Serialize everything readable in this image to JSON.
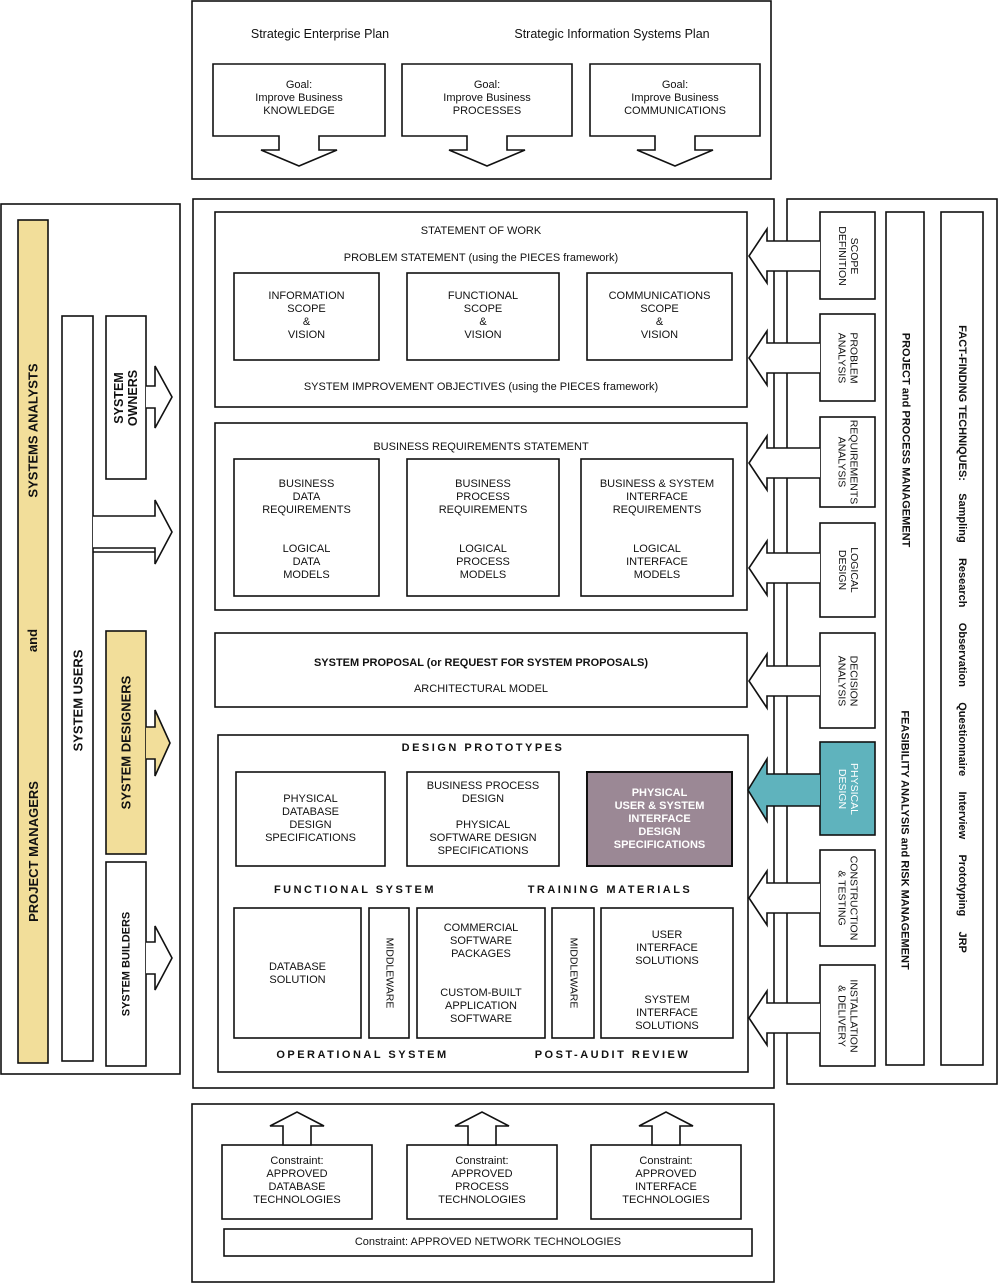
{
  "top": {
    "plan_enterprise": "Strategic Enterprise Plan",
    "plan_is": "Strategic Information Systems Plan",
    "goals": [
      "Goal:\nImprove Business\nKNOWLEDGE",
      "Goal:\nImprove Business\nPROCESSES",
      "Goal:\nImprove Business\nCOMMUNICATIONS"
    ]
  },
  "left": {
    "project_managers": "PROJECT MANAGERS",
    "and": "and",
    "systems_analysts": "SYSTEMS ANALYSTS",
    "system_users": "SYSTEM USERS",
    "system_owners": "SYSTEM\nOWNERS",
    "system_designers": "SYSTEM DESIGNERS",
    "system_builders": "SYSTEM BUILDERS"
  },
  "scope": {
    "statement_of_work": "STATEMENT OF WORK",
    "problem_statement": "PROBLEM STATEMENT (using the PIECES framework)",
    "boxes": [
      "INFORMATION\nSCOPE\n&\nVISION",
      "FUNCTIONAL\nSCOPE\n&\nVISION",
      "COMMUNICATIONS\nSCOPE\n&\nVISION"
    ],
    "objectives": "SYSTEM IMPROVEMENT OBJECTIVES (using the PIECES framework)"
  },
  "requirements": {
    "title": "BUSINESS REQUIREMENTS STATEMENT",
    "boxes": [
      "BUSINESS\nDATA\nREQUIREMENTS\n\n\nLOGICAL\nDATA\nMODELS",
      "BUSINESS\nPROCESS\nREQUIREMENTS\n\n\nLOGICAL\nPROCESS\nMODELS",
      "BUSINESS & SYSTEM\nINTERFACE\nREQUIREMENTS\n\n\nLOGICAL\nINTERFACE\nMODELS"
    ]
  },
  "proposal": {
    "title": "SYSTEM PROPOSAL  (or  REQUEST FOR SYSTEM PROPOSALS)",
    "subtitle": "ARCHITECTURAL MODEL"
  },
  "design": {
    "prototypes": "DESIGN PROTOTYPES",
    "db_spec": "PHYSICAL\nDATABASE\nDESIGN\nSPECIFICATIONS",
    "process_spec": "BUSINESS PROCESS\nDESIGN\n\nPHYSICAL\nSOFTWARE DESIGN\nSPECIFICATIONS",
    "interface_spec": "PHYSICAL\nUSER & SYSTEM\nINTERFACE\nDESIGN\nSPECIFICATIONS",
    "functional_system": "FUNCTIONAL SYSTEM",
    "training_materials": "TRAINING MATERIALS",
    "database_solution": "DATABASE\nSOLUTION",
    "middleware_1": "MIDDLEWARE",
    "software_packages": "COMMERCIAL\nSOFTWARE\nPACKAGES\n\n\nCUSTOM-BUILT\nAPPLICATION\nSOFTWARE",
    "middleware_2": "MIDDLEWARE",
    "interface_solutions": "USER\nINTERFACE\nSOLUTIONS\n\n\nSYSTEM\nINTERFACE\nSOLUTIONS",
    "operational_system": "OPERATIONAL SYSTEM",
    "post_audit": "POST-AUDIT REVIEW"
  },
  "phases": [
    "SCOPE\nDEFINITION",
    "PROBLEM\nANALYSIS",
    "REQUIREMENTS\nANALYSIS",
    "LOGICAL\nDESIGN",
    "DECISION\nANALYSIS",
    "PHYSICAL\nDESIGN",
    "CONSTRUCTION\n& TESTING",
    "INSTALLATION\n& DELIVERY"
  ],
  "management": {
    "project": "PROJECT and PROCESS MANAGEMENT",
    "feasibility": "FEASIBILITY ANALYSIS and RISK MANAGEMENT",
    "fact_finding": "FACT-FINDING TECHNIQUES:    Sampling     Research     Observation     Questionnaire     Interview     Prototyping     JRP"
  },
  "constraints": {
    "items": [
      "Constraint:\nAPPROVED\nDATABASE\nTECHNOLOGIES",
      "Constraint:\nAPPROVED\nPROCESS\nTECHNOLOGIES",
      "Constraint:\nAPPROVED\nINTERFACE\nTECHNOLOGIES"
    ],
    "network": "Constraint: APPROVED NETWORK TECHNOLOGIES"
  },
  "colors": {
    "yellow": "#f2de9a",
    "teal": "#5fb3bd",
    "purple": "#9b8895"
  }
}
